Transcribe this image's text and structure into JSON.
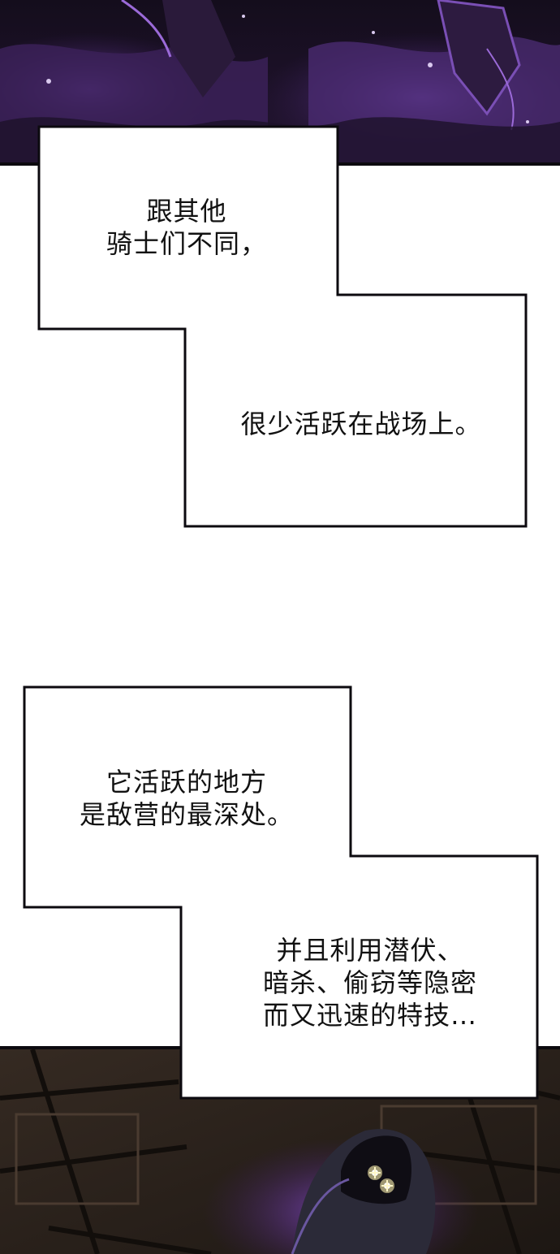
{
  "captions": {
    "box1": {
      "lines": [
        "跟其他",
        "骑士们不同，"
      ]
    },
    "box2": {
      "lines": [
        "很少活跃在战场上。"
      ]
    },
    "box3": {
      "lines": [
        "它活跃的地方",
        "是敌营的最深处。"
      ]
    },
    "box4": {
      "lines": [
        "并且利用潜伏、",
        "暗杀、偷窃等隐密",
        "而又迅速的特技…"
      ]
    }
  },
  "colors": {
    "panel_dark": "#1b1426",
    "smoke_purple": "#5a2d8c",
    "smoke_violet": "#7b46b8",
    "floor_brown": "#3a2e25",
    "eye_glow": "#fff4b0",
    "border": "#0c0a0f",
    "bubble_fill": "#ffffff"
  },
  "icons": {
    "hooded-figure": "hooded-figure-icon",
    "glowing-eyes": "glowing-eyes-icon"
  }
}
